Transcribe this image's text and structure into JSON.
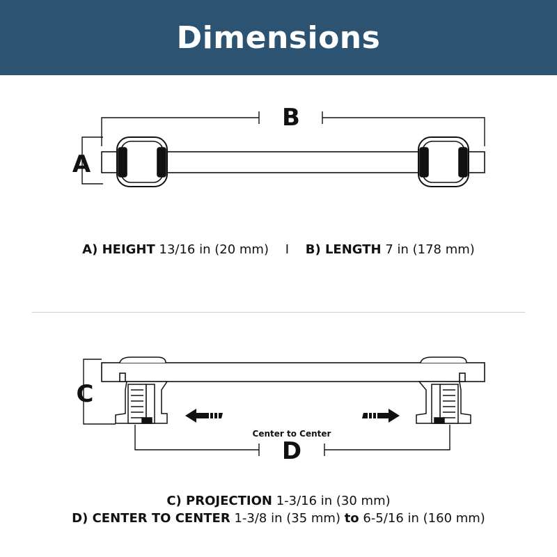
{
  "header": {
    "title": "Dimensions"
  },
  "top_view": {
    "labels": {
      "a": "A",
      "b": "B"
    }
  },
  "top_caption": {
    "a_label": "A) HEIGHT",
    "a_value": "13/16 in (20 mm)",
    "separator": "I",
    "b_label": "B) LENGTH",
    "b_value": "7 in (178 mm)"
  },
  "side_view": {
    "labels": {
      "c": "C",
      "d": "D",
      "center_to_center": "Center to Center"
    }
  },
  "bottom_caption": {
    "c_label": "C) PROJECTION",
    "c_value": "1-3/16 in (30 mm)",
    "d_label": "D) CENTER TO CENTER",
    "d_value_min": "1-3/8 in (35 mm)",
    "d_to": "to",
    "d_value_max": "6-5/16 in (160 mm)"
  },
  "colors": {
    "header_bg": "#2c5472",
    "header_text": "#ffffff",
    "line": "#111111"
  }
}
